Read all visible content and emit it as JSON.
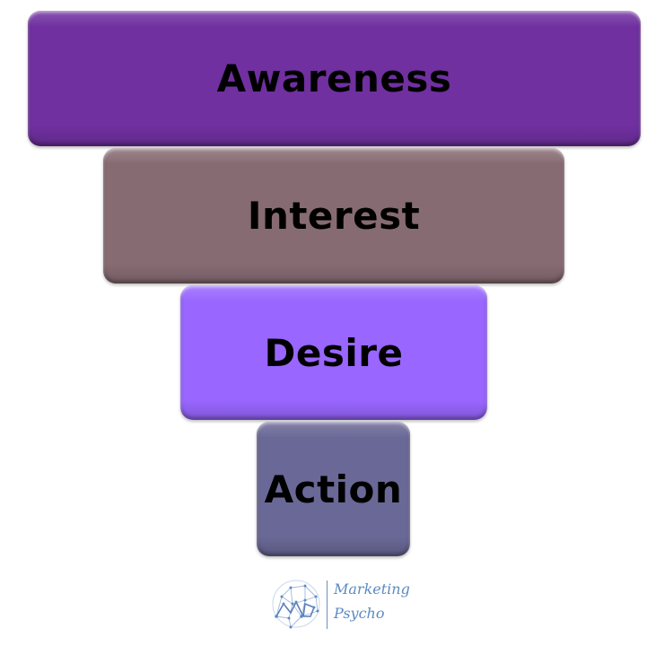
{
  "funnel": {
    "stages": [
      {
        "label": "Awareness",
        "color": "#7030a0"
      },
      {
        "label": "Interest",
        "color": "#876b73"
      },
      {
        "label": "Desire",
        "color": "#9966ff"
      },
      {
        "label": "Action",
        "color": "#6a6896"
      }
    ]
  },
  "logo": {
    "line1": "Marketing",
    "line2": "Psycho",
    "color": "#5c8ac2",
    "icon": "constellation-icon"
  }
}
